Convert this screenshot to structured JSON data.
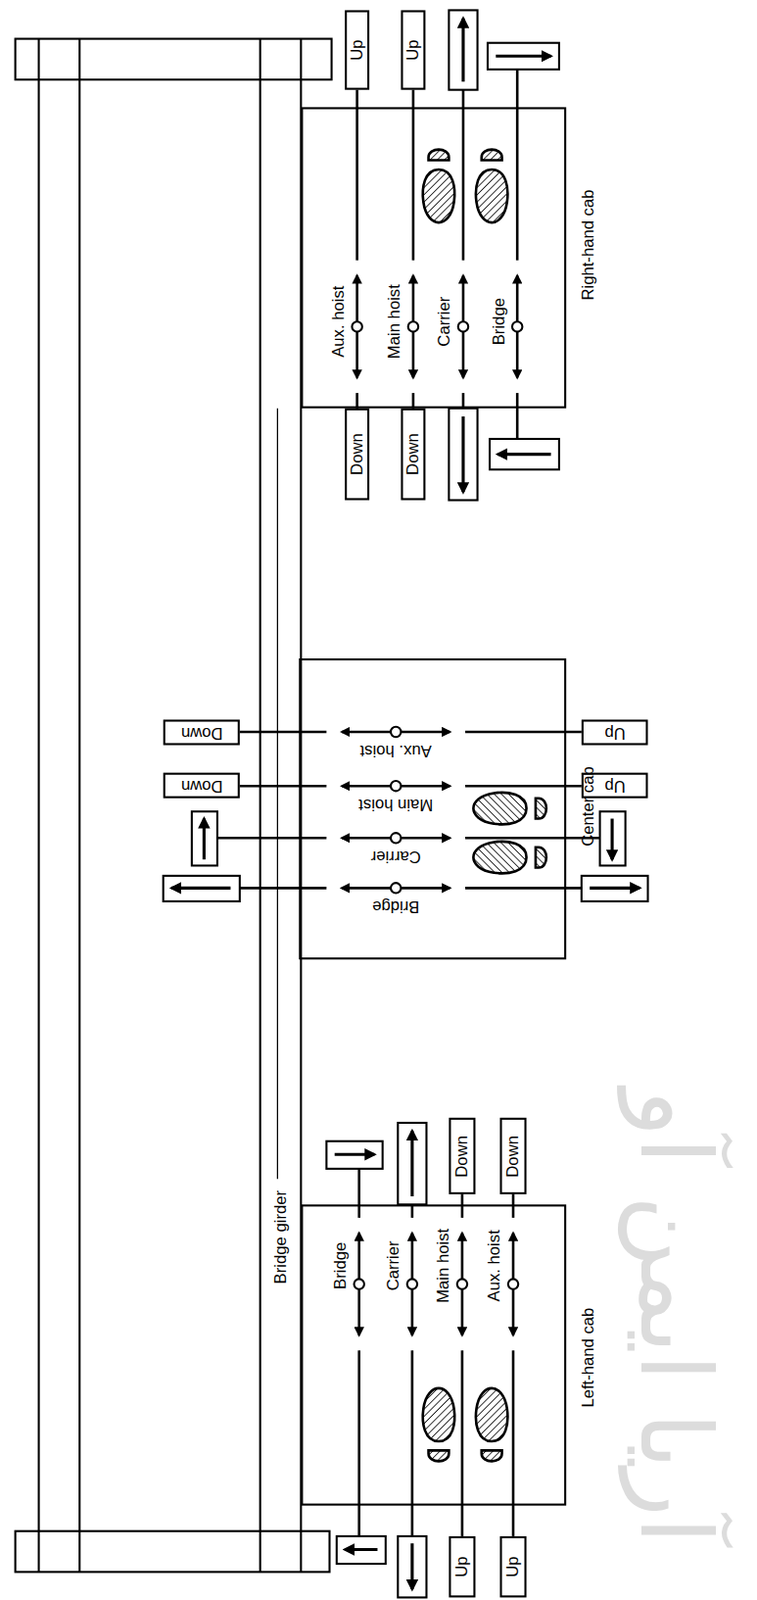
{
  "diagram": {
    "nodes": [
      {
        "text": [
          "Right-hand cab",
          "Aux. hoist",
          "Main hoist",
          "Carrier",
          "Bridge"
        ]
      },
      {
        "text": [
          "Up"
        ]
      },
      {
        "text": [
          "Up"
        ]
      },
      {
        "text": [
          "Down"
        ]
      },
      {
        "text": [
          "Down"
        ]
      },
      {
        "text": [
          "Center cab",
          "Aux. hoist",
          "Main hoist",
          "Carrier",
          "Bridge"
        ]
      },
      {
        "text": [
          "Down"
        ]
      },
      {
        "text": [
          "Down"
        ]
      },
      {
        "text": [
          "Up"
        ]
      },
      {
        "text": [
          "Up"
        ]
      },
      {
        "text": [
          "Left-hand cab",
          "Bridge",
          "Carrier",
          "Main hoist",
          "Aux. hoist"
        ]
      },
      {
        "text": [
          "Down"
        ]
      },
      {
        "text": [
          "Down"
        ]
      },
      {
        "text": [
          "Up"
        ]
      },
      {
        "text": [
          "Up"
        ]
      }
    ],
    "labels": [
      "Bridge girder",
      "آریا ایمن آو"
    ]
  }
}
